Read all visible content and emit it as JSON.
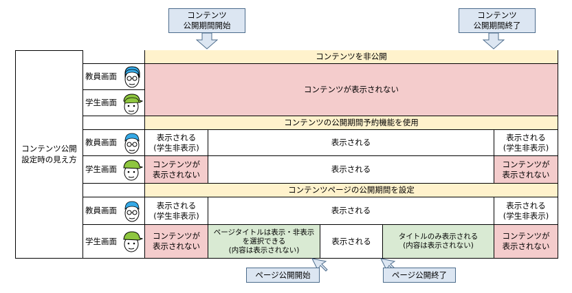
{
  "callouts": {
    "top_start": {
      "line1": "コンテンツ",
      "line2": "公開期間開始"
    },
    "top_end": {
      "line1": "コンテンツ",
      "line2": "公開期間終了"
    },
    "bottom_start": "ページ公開開始",
    "bottom_end": "ページ公開終了"
  },
  "left_label": {
    "line1": "コンテンツ公開",
    "line2": "設定時の見え方"
  },
  "roles": {
    "teacher": "教員画面",
    "student": "学生画面"
  },
  "sections": {
    "hidden": {
      "header": "コンテンツを非公開",
      "body": "コンテンツが表示されない"
    },
    "reserve": {
      "header": "コンテンツの公開期間予約機能を使用",
      "teacher": {
        "left": "表示される\n(学生非表示)",
        "mid": "表示される",
        "right": "表示される\n(学生非表示)"
      },
      "student": {
        "left": "コンテンツが\n表示されない",
        "mid": "表示される",
        "right": "コンテンツが\n表示されない"
      }
    },
    "page": {
      "header": "コンテンツページの公開期間を設定",
      "teacher": {
        "left": "表示される\n(学生非表示)",
        "mid": "表示される",
        "right": "表示される\n(学生非表示)"
      },
      "student": {
        "left": "コンテンツが\n表示されない",
        "select": "ページタイトルは表示・非表示\nを選択できる\n(内容は表示されない)",
        "mid": "表示される",
        "title_only": "タイトルのみ表示される\n(内容は表示されない)",
        "right": "コンテンツが\n表示されない"
      }
    }
  },
  "colors": {
    "header_yellow": "#fff2cc",
    "hidden_pink": "#f4cccc",
    "select_green": "#d9ead3",
    "callout_blue": "#dce6f2",
    "teacher_face": "#35a9e6",
    "student_face": "#8ec63f"
  },
  "icons": [
    "teacher-face-icon",
    "student-face-icon",
    "down-arrow-icon",
    "up-arrow-icon"
  ]
}
